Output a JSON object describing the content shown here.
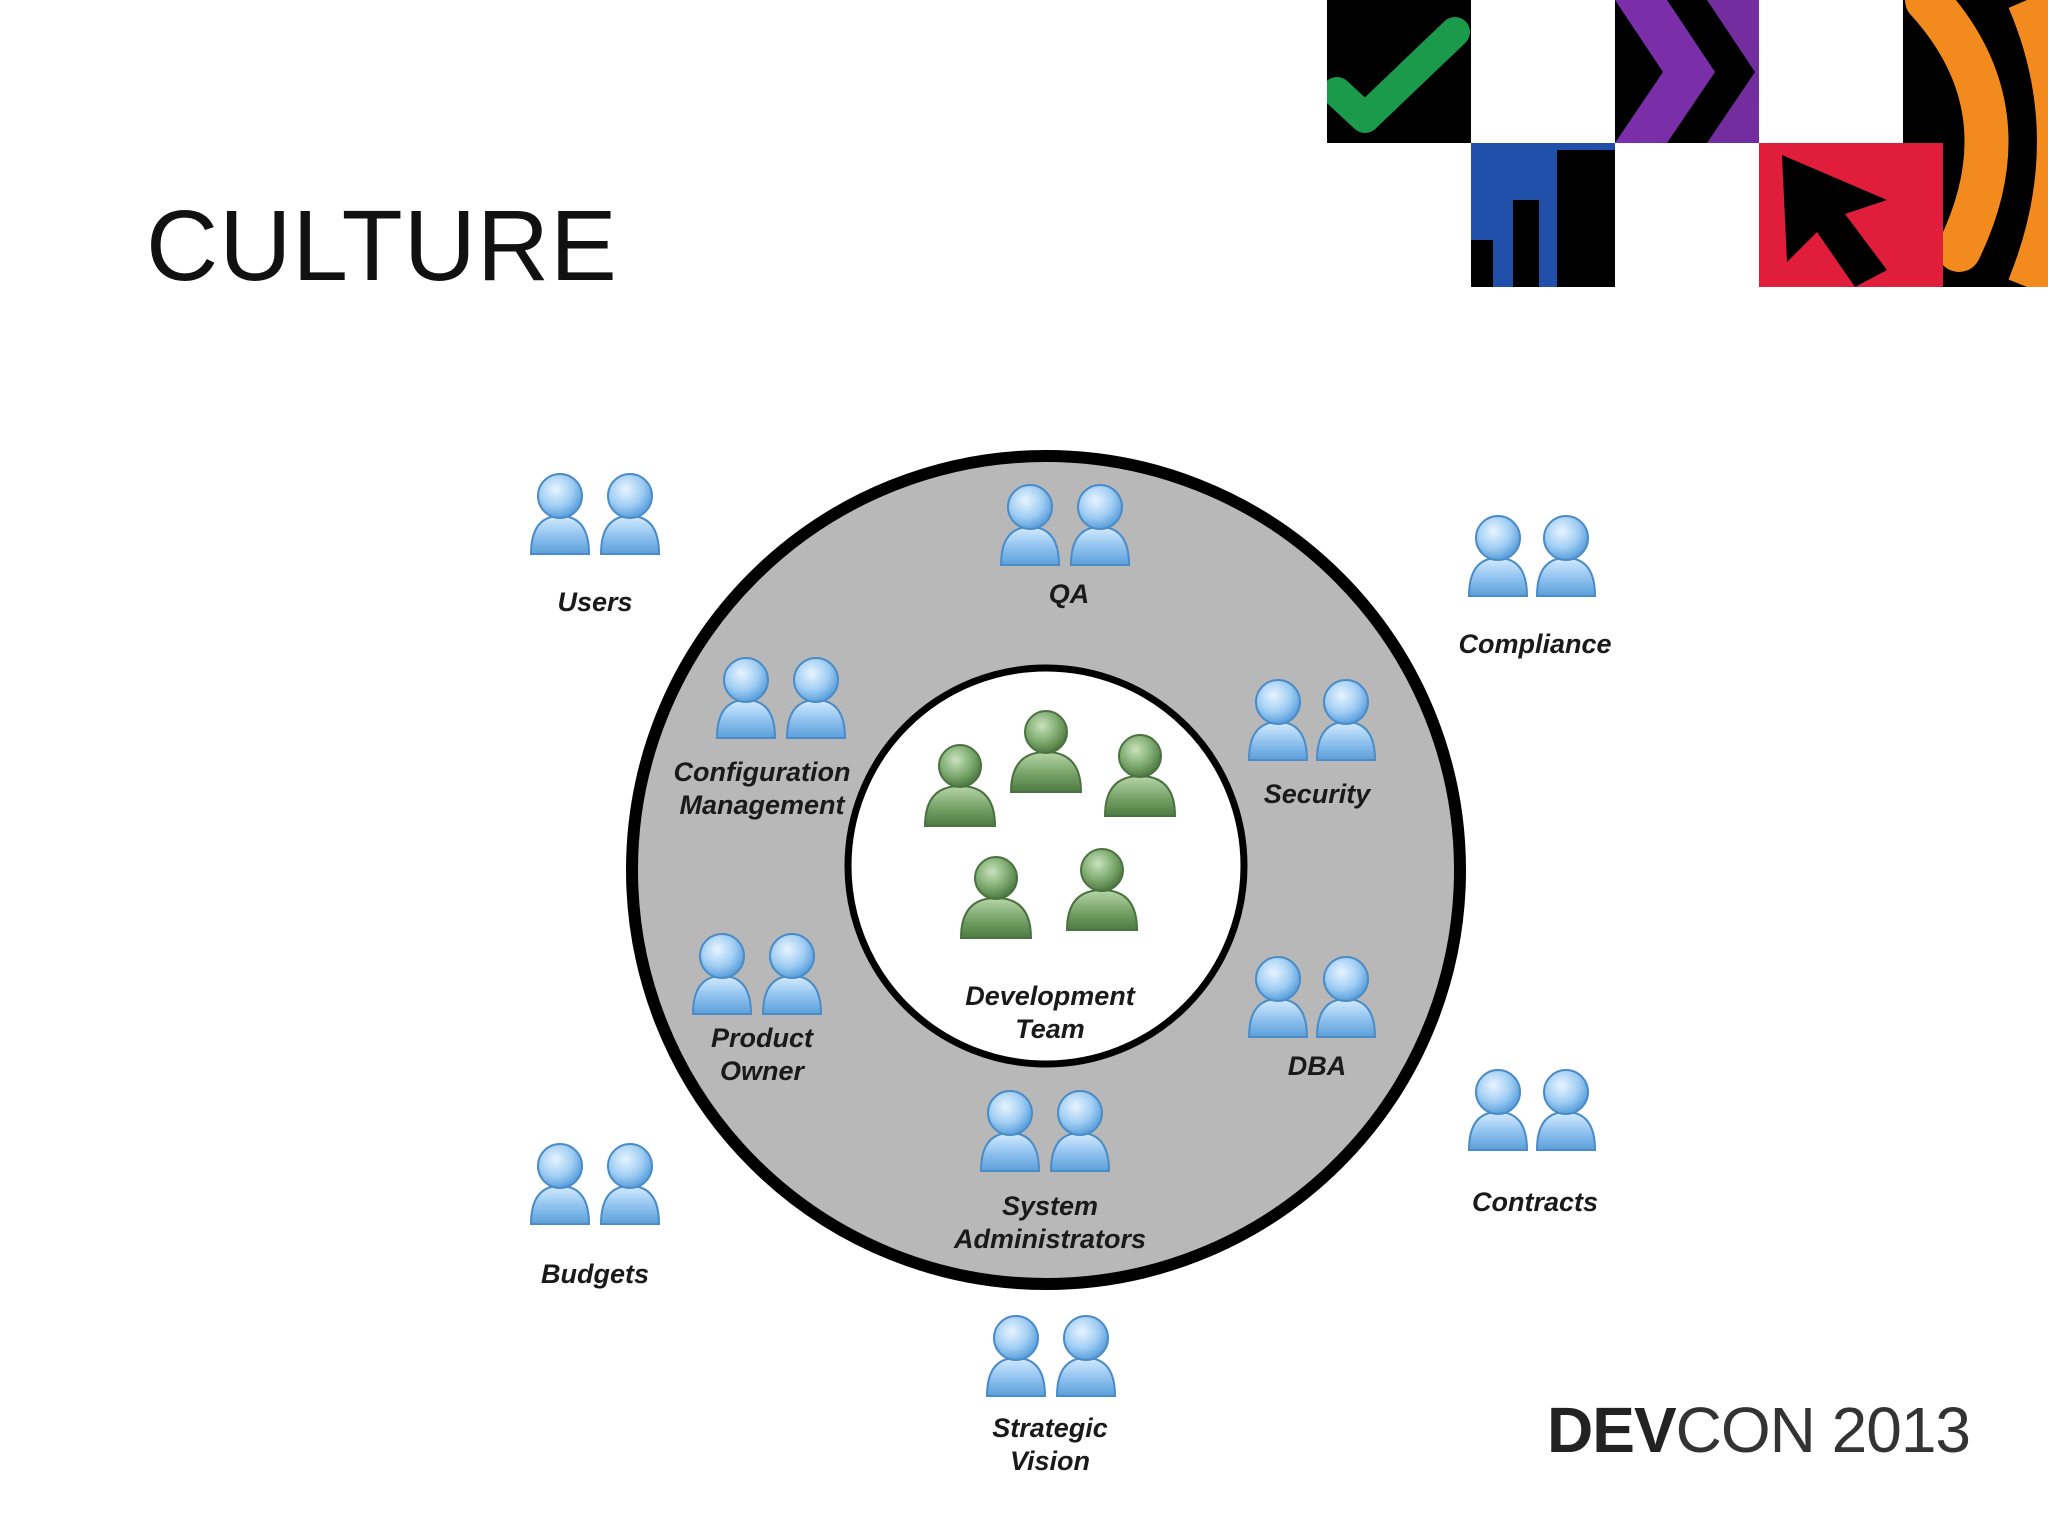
{
  "slide": {
    "title": "CULTURE",
    "brand_bold": "DEV",
    "brand_rest": "CON 2013"
  },
  "colors": {
    "ring": "#b8b8b8",
    "ring_border": "#000000",
    "person_blue": "#8ec3ee",
    "person_green": "#6f9e62",
    "logo_green": "#1a9a4a",
    "logo_purple": "#7a2fa8",
    "logo_blue": "#1f4fa8",
    "logo_red": "#e01e3c",
    "logo_orange": "#f28a1e"
  },
  "diagram": {
    "center_label": "Development\nTeam",
    "inner_ring_groups": [
      {
        "label": "QA"
      },
      {
        "label": "Security"
      },
      {
        "label": "DBA"
      },
      {
        "label": "System\nAdministrators"
      },
      {
        "label": "Product\nOwner"
      },
      {
        "label": "Configuration\nManagement"
      }
    ],
    "outer_groups": [
      {
        "label": "Users"
      },
      {
        "label": "Compliance"
      },
      {
        "label": "Contracts"
      },
      {
        "label": "Budgets"
      },
      {
        "label": "Strategic\nVision"
      }
    ]
  },
  "icons": {
    "person": "person-icon",
    "team_member": "team-member-icon",
    "checkmark": "checkmark-icon",
    "chevrons": "chevrons-icon",
    "signal_bars": "signal-bars-icon",
    "cursor_arrow": "cursor-arrow-icon",
    "sound_wave": "sound-wave-icon"
  }
}
